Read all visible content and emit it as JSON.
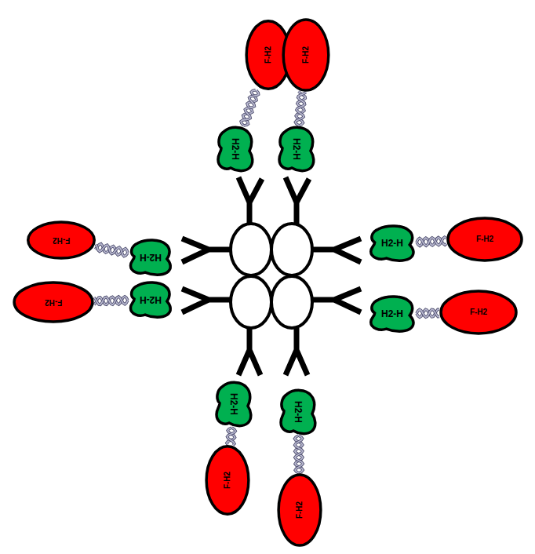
{
  "diagram": {
    "nodes": [
      {
        "text": [
          "F-H2"
        ]
      },
      {
        "text": [
          "F-H2"
        ]
      },
      {
        "text": [
          "H2-H"
        ]
      },
      {
        "text": [
          "H2-H"
        ]
      },
      {
        "text": [
          "F-H2"
        ]
      },
      {
        "text": [
          "H2-H"
        ]
      },
      {
        "text": [
          "H2-H"
        ]
      },
      {
        "text": [
          "F-H2"
        ]
      },
      {
        "text": [
          "F-H2"
        ]
      },
      {
        "text": [
          "H2-H"
        ]
      },
      {
        "text": [
          "H2-H"
        ]
      },
      {
        "text": [
          "F-H2"
        ]
      },
      {
        "text": [
          "H2-H"
        ]
      },
      {
        "text": [
          "H2-H"
        ]
      },
      {
        "text": [
          "F-H2"
        ]
      },
      {
        "text": [
          "F-H2"
        ]
      }
    ],
    "edges": [
      {
        "from": 2,
        "to": 0,
        "arrow": "none"
      },
      {
        "from": 3,
        "to": 1,
        "arrow": "none"
      },
      {
        "from": 5,
        "to": 4,
        "arrow": "none"
      },
      {
        "from": 6,
        "to": 7,
        "arrow": "none"
      },
      {
        "from": 9,
        "to": 8,
        "arrow": "none"
      },
      {
        "from": 10,
        "to": 11,
        "arrow": "none"
      },
      {
        "from": 12,
        "to": 14,
        "arrow": "none"
      },
      {
        "from": 13,
        "to": 15,
        "arrow": "none"
      }
    ]
  }
}
